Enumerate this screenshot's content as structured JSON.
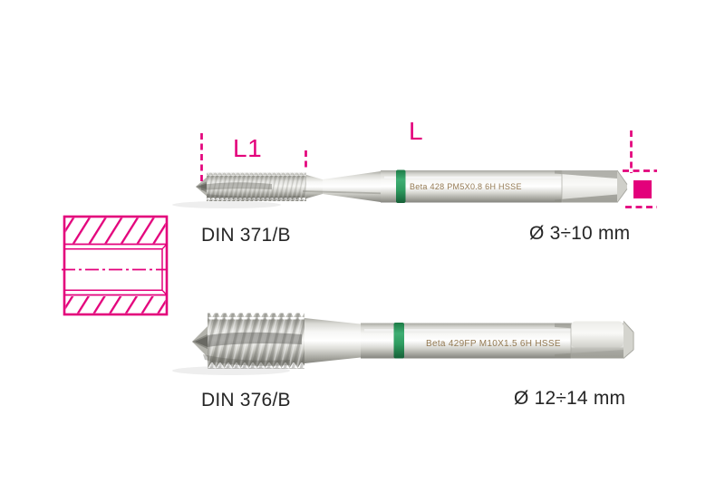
{
  "annotations": {
    "l1_label": "L1",
    "l_label": "L"
  },
  "taps": {
    "top": {
      "standard": "DIN 371/B",
      "diameter_range": "Ø 3÷10 mm",
      "engraving": "Beta 428 PM5X0.8 6H HSSE"
    },
    "bottom": {
      "standard": "DIN 376/B",
      "diameter_range": "Ø 12÷14 mm",
      "engraving": "Beta 429FP M10X1.5 6H HSSE"
    }
  },
  "icons": {
    "section_symbol": "threaded-hole-section-icon",
    "square_marker": "shank-square-marker"
  },
  "colors": {
    "accent_magenta": "#E3007B",
    "ring_green": "#2F9C60",
    "engraving_gold": "#8A6D42",
    "label_text": "#262626",
    "background": "#FFFFFF"
  }
}
